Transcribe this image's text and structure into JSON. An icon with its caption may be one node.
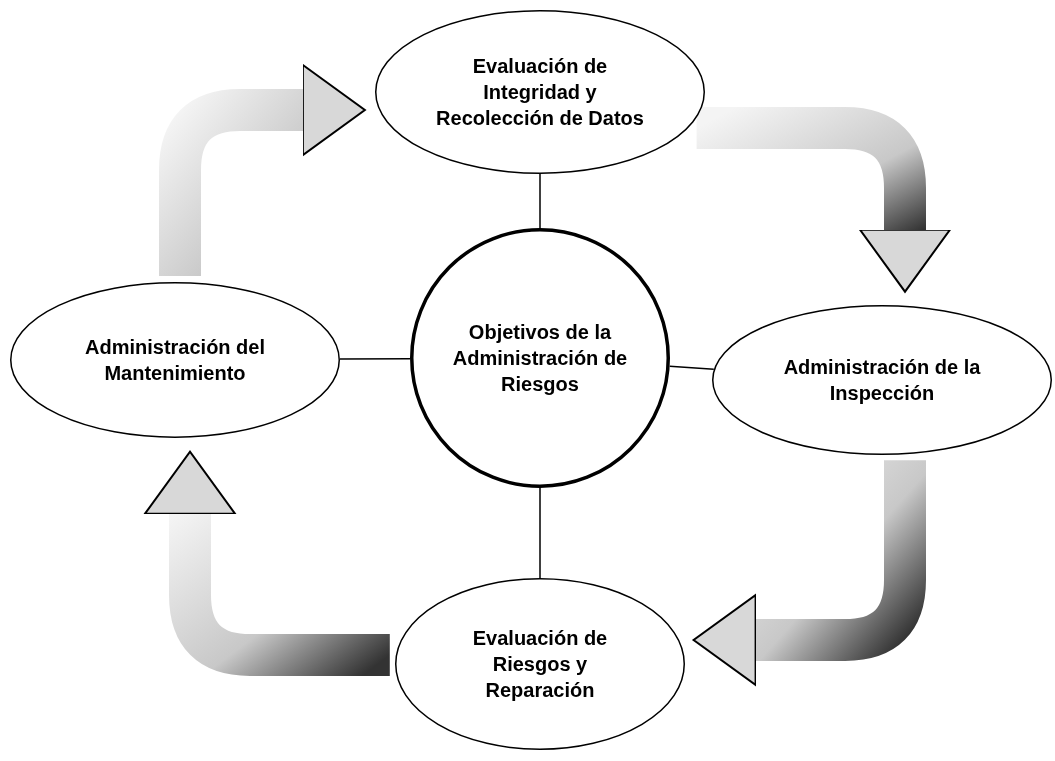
{
  "diagram": {
    "nodes": [
      {
        "text": [
          "Objetivos de la Administración de Riesgos"
        ]
      },
      {
        "text": [
          "Evaluación de Integridad y Recolección de Datos"
        ]
      },
      {
        "text": [
          "Administración de la Inspección"
        ]
      },
      {
        "text": [
          "Evaluación de Riesgos y Reparación"
        ]
      },
      {
        "text": [
          "Administración del Mantenimiento"
        ]
      }
    ],
    "edges": [
      {
        "from": 0,
        "to": 1,
        "arrow": "none"
      },
      {
        "from": 0,
        "to": 2,
        "arrow": "none"
      },
      {
        "from": 0,
        "to": 3,
        "arrow": "none"
      },
      {
        "from": 0,
        "to": 4,
        "arrow": "none"
      },
      {
        "from": 4,
        "to": 1,
        "arrow": "to",
        "style": "thick"
      },
      {
        "from": 1,
        "to": 2,
        "arrow": "to",
        "style": "thick"
      },
      {
        "from": 2,
        "to": 3,
        "arrow": "to",
        "style": "thick"
      },
      {
        "from": 3,
        "to": 4,
        "arrow": "to",
        "style": "thick"
      }
    ]
  }
}
